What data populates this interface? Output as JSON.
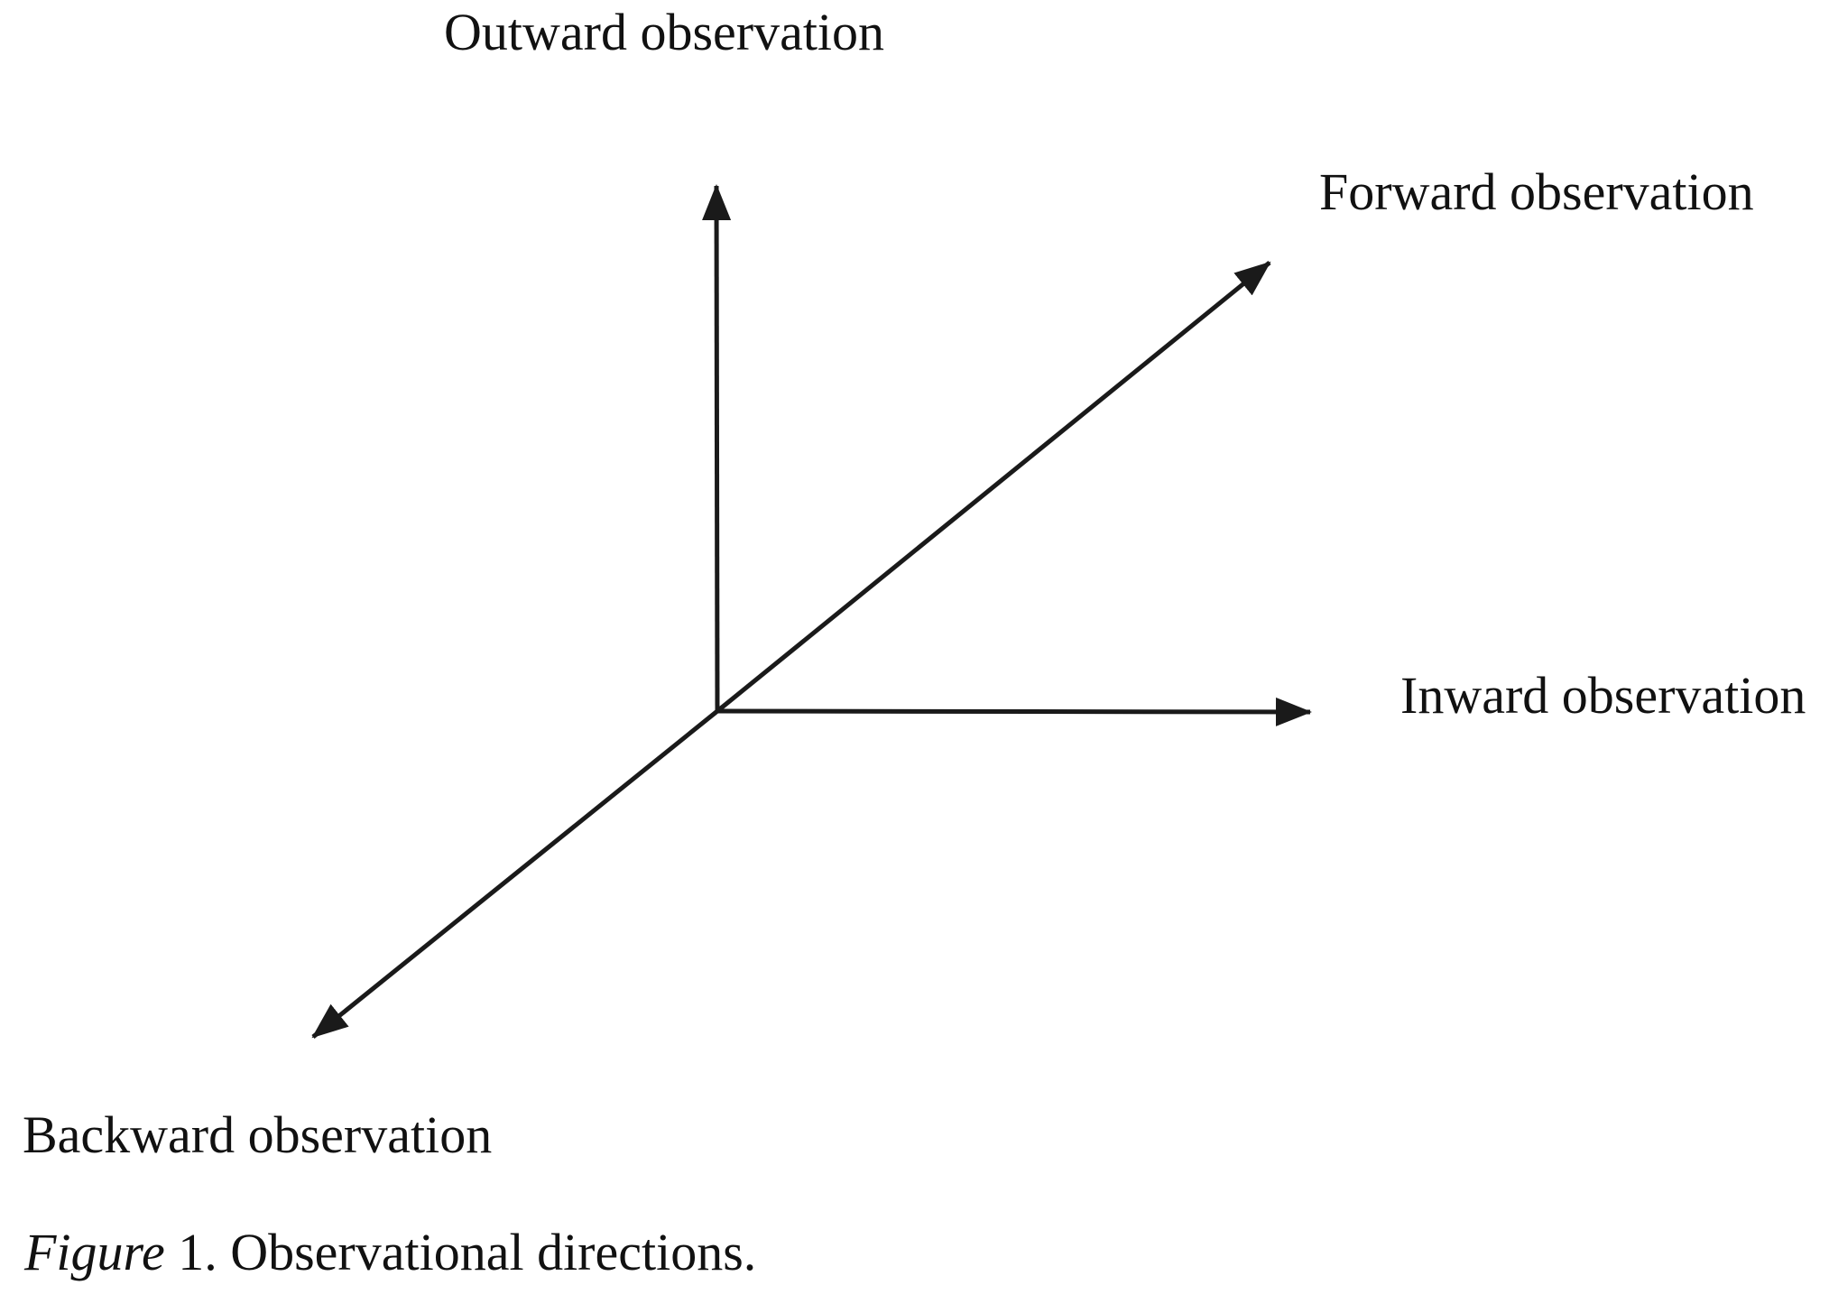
{
  "figure": {
    "axis_labels": {
      "outward": "Outward observation",
      "forward": "Forward observation",
      "inward": "Inward observation",
      "backward": "Backward observation"
    },
    "caption": {
      "italic": "Figure",
      "rest": "1. Observational directions."
    },
    "colors": {
      "line": "#1a1a1a",
      "text": "#111111",
      "background": "#ffffff"
    }
  }
}
